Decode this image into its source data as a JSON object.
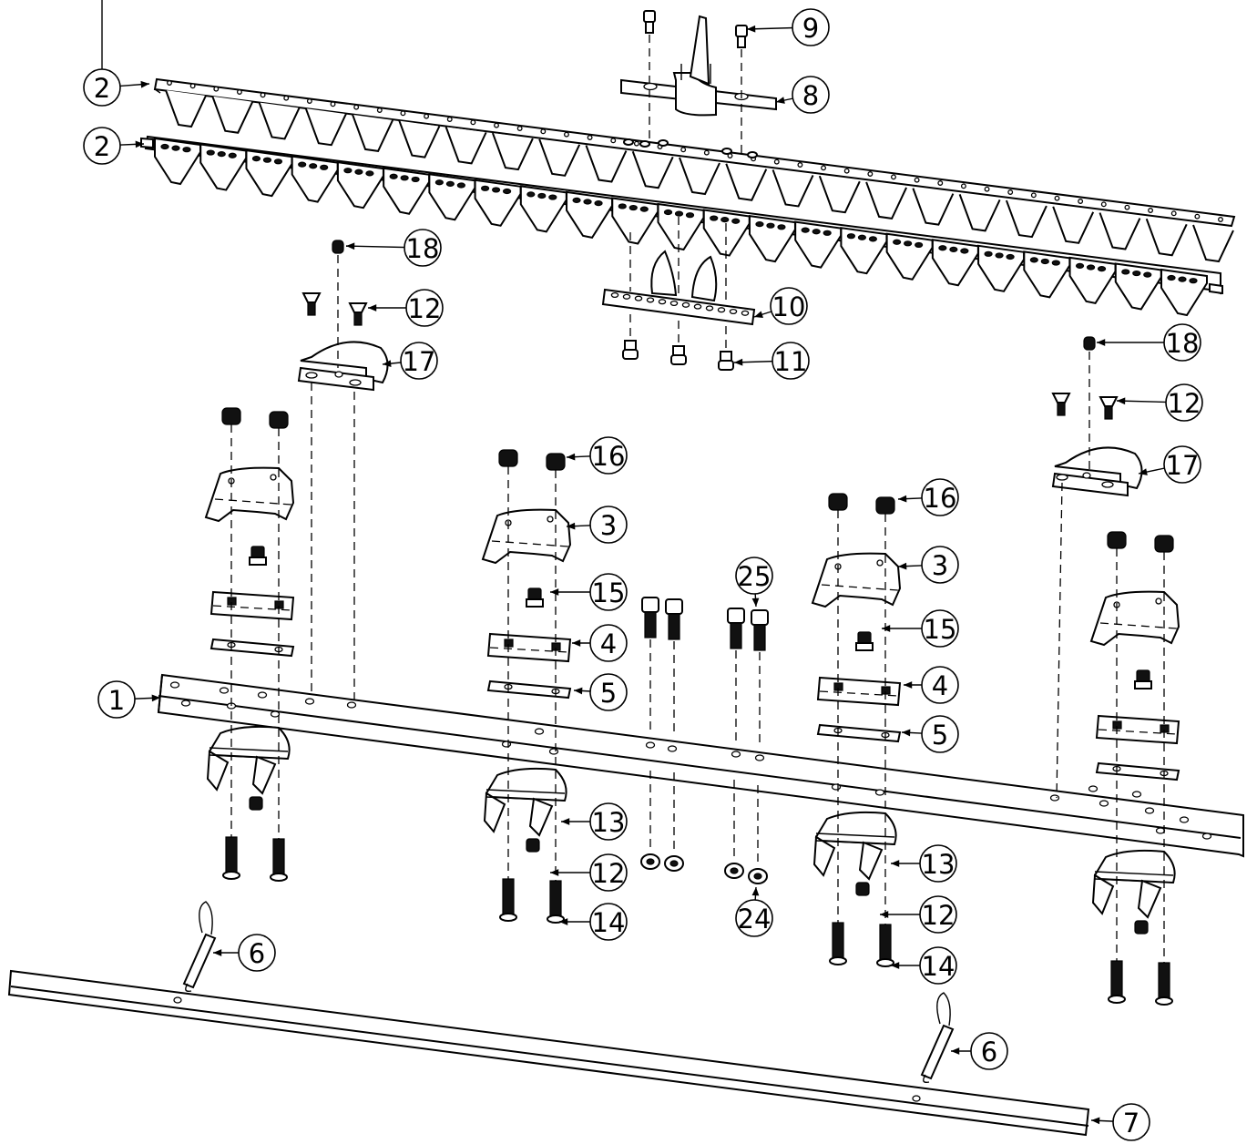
{
  "balloons": [
    {
      "id": "b-2a",
      "label": "2"
    },
    {
      "id": "b-2b",
      "label": "2"
    },
    {
      "id": "b-9",
      "label": "9"
    },
    {
      "id": "b-8",
      "label": "8"
    },
    {
      "id": "b-18a",
      "label": "18"
    },
    {
      "id": "b-12a",
      "label": "12"
    },
    {
      "id": "b-10",
      "label": "10"
    },
    {
      "id": "b-17a",
      "label": "17"
    },
    {
      "id": "b-11",
      "label": "11"
    },
    {
      "id": "b-18b",
      "label": "18"
    },
    {
      "id": "b-12b",
      "label": "12"
    },
    {
      "id": "b-17b",
      "label": "17"
    },
    {
      "id": "b-16a",
      "label": "16"
    },
    {
      "id": "b-16b",
      "label": "16"
    },
    {
      "id": "b-3a",
      "label": "3"
    },
    {
      "id": "b-3b",
      "label": "3"
    },
    {
      "id": "b-25",
      "label": "25"
    },
    {
      "id": "b-15a",
      "label": "15"
    },
    {
      "id": "b-15b",
      "label": "15"
    },
    {
      "id": "b-4a",
      "label": "4"
    },
    {
      "id": "b-4b",
      "label": "4"
    },
    {
      "id": "b-1",
      "label": "1"
    },
    {
      "id": "b-5a",
      "label": "5"
    },
    {
      "id": "b-5b",
      "label": "5"
    },
    {
      "id": "b-13a",
      "label": "13"
    },
    {
      "id": "b-13b",
      "label": "13"
    },
    {
      "id": "b-12c",
      "label": "12"
    },
    {
      "id": "b-12d",
      "label": "12"
    },
    {
      "id": "b-24",
      "label": "24"
    },
    {
      "id": "b-14a",
      "label": "14"
    },
    {
      "id": "b-14b",
      "label": "14"
    },
    {
      "id": "b-6a",
      "label": "6"
    },
    {
      "id": "b-6b",
      "label": "6"
    },
    {
      "id": "b-7",
      "label": "7"
    }
  ]
}
